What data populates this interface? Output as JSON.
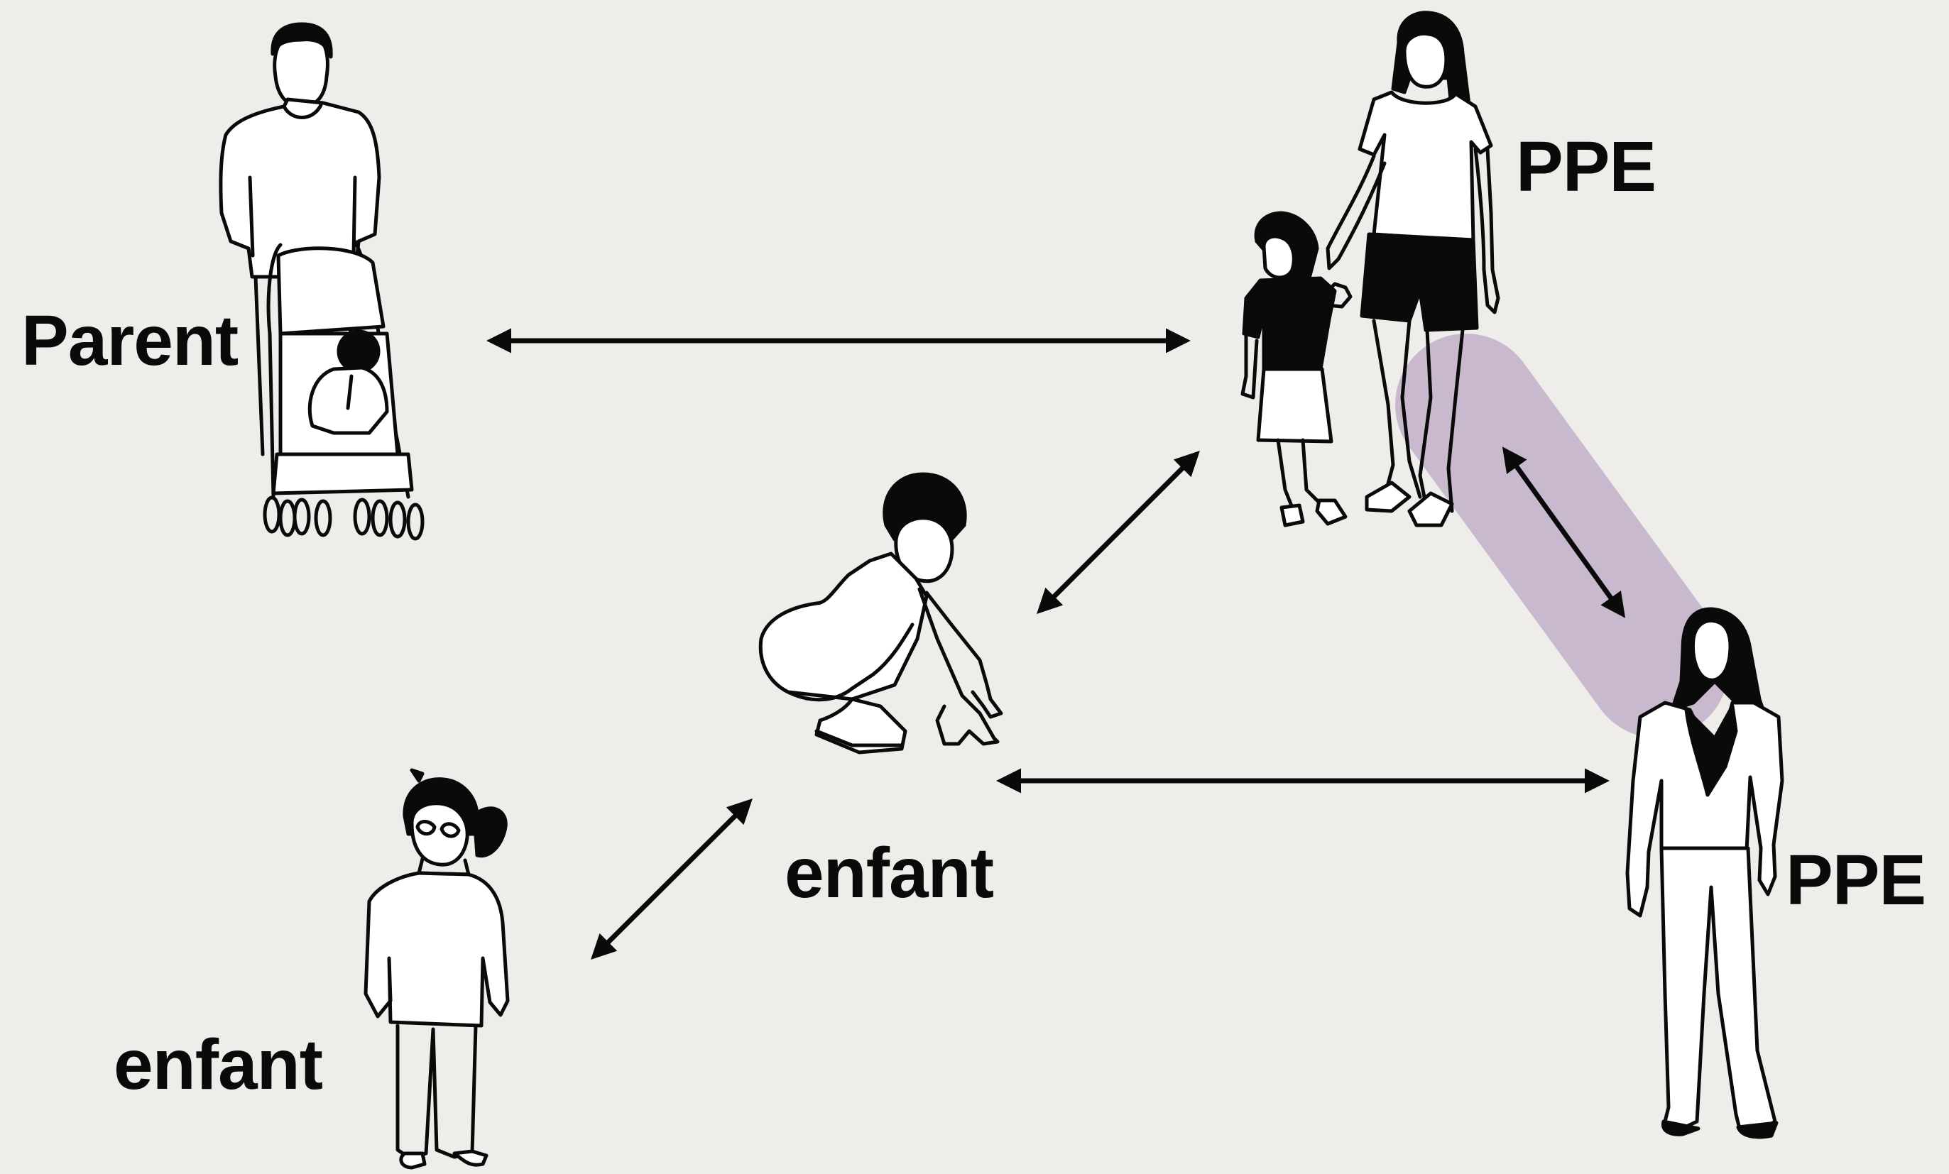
{
  "labels": {
    "parent": "Parent",
    "ppe_top": "PPE",
    "ppe_bottom": "PPE",
    "enfant_center": "enfant",
    "enfant_bottom": "enfant"
  },
  "colors": {
    "background": "#efedea",
    "stroke": "#0a0a0a",
    "highlight": "#bba8c7"
  },
  "figures": [
    "father-with-stroller-icon",
    "woman-holding-child-hand-icon",
    "crouching-child-icon",
    "standing-girl-icon",
    "standing-woman-icon"
  ]
}
